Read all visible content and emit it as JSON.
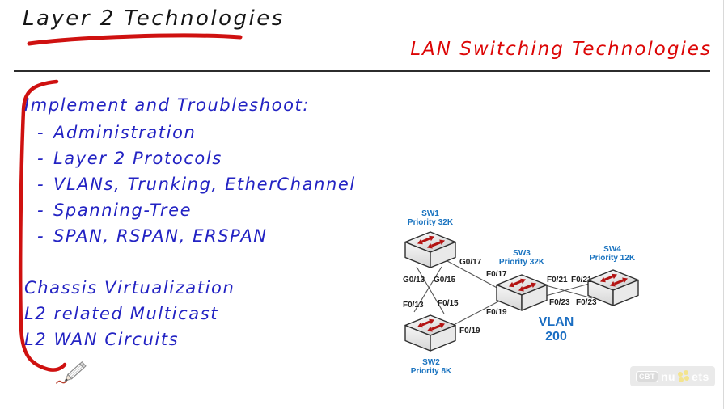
{
  "page": {
    "title": "Layer 2 Technologies",
    "subtitle": "LAN Switching Technologies"
  },
  "notes": {
    "heading": "Implement and Troubleshoot:",
    "bullet_dash": "-",
    "bullets": [
      {
        "label": "Administration"
      },
      {
        "label": "Layer 2 Protocols"
      },
      {
        "label": "VLANs, Trunking, EtherChannel"
      },
      {
        "label": "Spanning-Tree"
      },
      {
        "label": "SPAN, RSPAN, ERSPAN"
      }
    ],
    "footer_lines": [
      {
        "label": "Chassis Virtualization"
      },
      {
        "label": "L2 related Multicast"
      },
      {
        "label": "L2 WAN Circuits"
      }
    ]
  },
  "diagram": {
    "switches": {
      "sw1": {
        "name": "SW1",
        "priority": "Priority 32K"
      },
      "sw2": {
        "name": "SW2",
        "priority": "Priority 8K"
      },
      "sw3": {
        "name": "SW3",
        "priority": "Priority 32K"
      },
      "sw4": {
        "name": "SW4",
        "priority": "Priority 12K"
      }
    },
    "ports": {
      "sw1_to_sw3": "G0/17",
      "sw3_to_sw1": "F0/17",
      "sw1_to_sw2_g13": "G0/13",
      "sw1_to_sw2_g15": "G0/15",
      "sw2_to_sw1_f13": "F0/13",
      "sw2_to_sw1_f15": "F0/15",
      "sw3_to_sw2": "F0/19",
      "sw2_to_sw3": "F0/19",
      "sw3_to_sw4_f21": "F0/21",
      "sw4_to_sw3_f21": "F0/21",
      "sw3_to_sw4_f23": "F0/23",
      "sw4_to_sw3_f23": "F0/23"
    },
    "vlan": {
      "label": "VLAN",
      "number": "200"
    }
  },
  "watermark": {
    "badge": "CBT",
    "word_start": "nu",
    "word_end": "ets"
  },
  "colors": {
    "ink_blue": "#2323c3",
    "ink_red": "#d40f0f",
    "ink_black": "#161616",
    "diagram_label_blue": "#1b74c0",
    "vlan_blue": "#1b6ec2",
    "arrow_red": "#b31312"
  }
}
